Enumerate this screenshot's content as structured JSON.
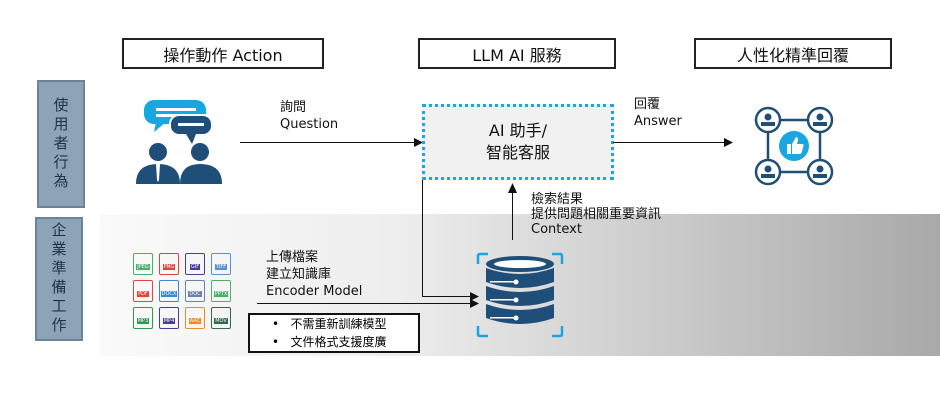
{
  "headers": {
    "action": "操作動作  Action",
    "llm": "LLM AI 服務",
    "result": "人性化精準回覆"
  },
  "side": {
    "user": "使用者行為",
    "enterprise": "企業準備工作"
  },
  "question": {
    "zh": "詢問",
    "en": "Question"
  },
  "answer": {
    "zh": "回覆",
    "en": "Answer"
  },
  "ai_box": {
    "line1": "AI 助手/",
    "line2": "智能客服"
  },
  "context": {
    "l1": "檢索結果",
    "l2": "提供問題相關重要資訊",
    "l3": "Context"
  },
  "upload": {
    "l1": "上傳檔案",
    "l2": "建立知識庫",
    "l3": "Encoder Model"
  },
  "bullets": [
    "不需重新訓練模型",
    "文件格式支援度廣"
  ],
  "files": [
    {
      "label": "JPEG",
      "color": "#4caf6a"
    },
    {
      "label": "PNG",
      "color": "#e0443c"
    },
    {
      "label": "GIF",
      "color": "#4a3c9a"
    },
    {
      "label": "TIFF",
      "color": "#5a8fd0"
    },
    {
      "label": "PDF",
      "color": "#e0443c"
    },
    {
      "label": "DOCX",
      "color": "#3d86d0"
    },
    {
      "label": "DOC",
      "color": "#6b82a8"
    },
    {
      "label": "PPTX",
      "color": "#4caf6a"
    },
    {
      "label": "MP3",
      "color": "#2e9a50"
    },
    {
      "label": "MP4",
      "color": "#4a3c9a"
    },
    {
      "label": "AAC",
      "color": "#f08a24"
    },
    {
      "label": "MOV",
      "color": "#2f6a4a"
    }
  ],
  "colors": {
    "navy": "#1f4e79",
    "accent": "#1aa6e0"
  }
}
